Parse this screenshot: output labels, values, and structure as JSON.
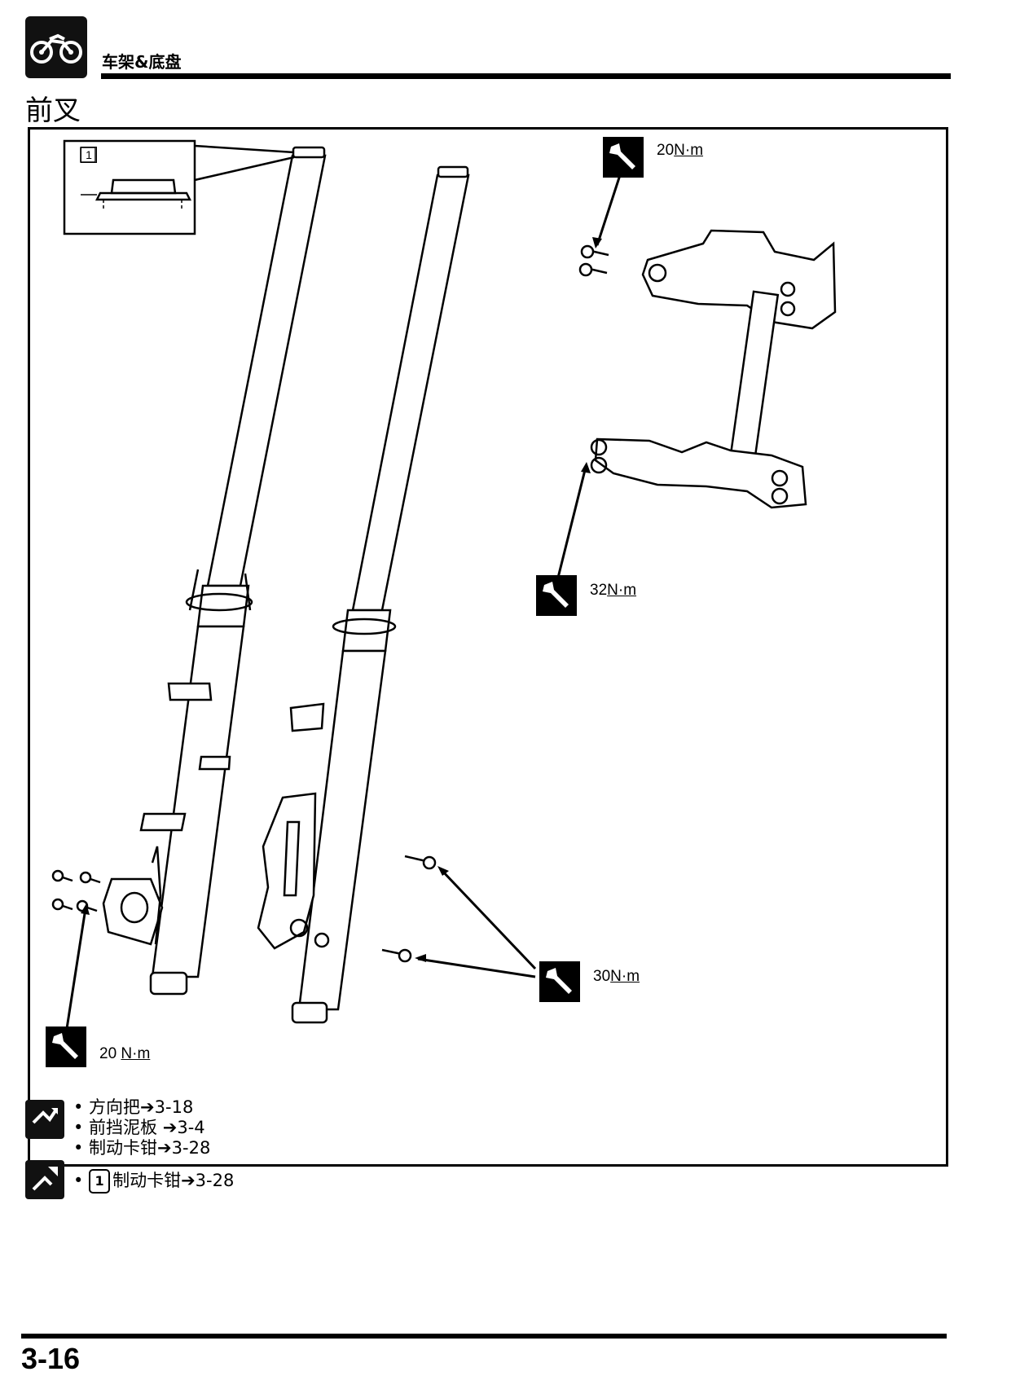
{
  "header": {
    "section_title": "车架&底盘",
    "page_heading": "前叉",
    "logo_icon": "motorcycle-icon"
  },
  "diagram": {
    "callout_number": "1",
    "torque_labels": [
      {
        "value": "20",
        "unit": "N·m"
      },
      {
        "value": "32",
        "unit": "N·m"
      },
      {
        "value": "30",
        "unit": "N·m"
      },
      {
        "value": "20 ",
        "unit": "N·m"
      }
    ]
  },
  "references": {
    "removal_icon": "removal-procedure-icon",
    "removal_items": [
      "• 方向把➔3-18",
      "• 前挡泥板 ➔3-4",
      "• 制动卡钳➔3-28"
    ],
    "install_icon": "installation-procedure-icon",
    "install_bullet": "•",
    "install_ref_number": "1",
    "install_item": "制动卡钳➔3-28"
  },
  "footer": {
    "page_number": "3-16"
  }
}
